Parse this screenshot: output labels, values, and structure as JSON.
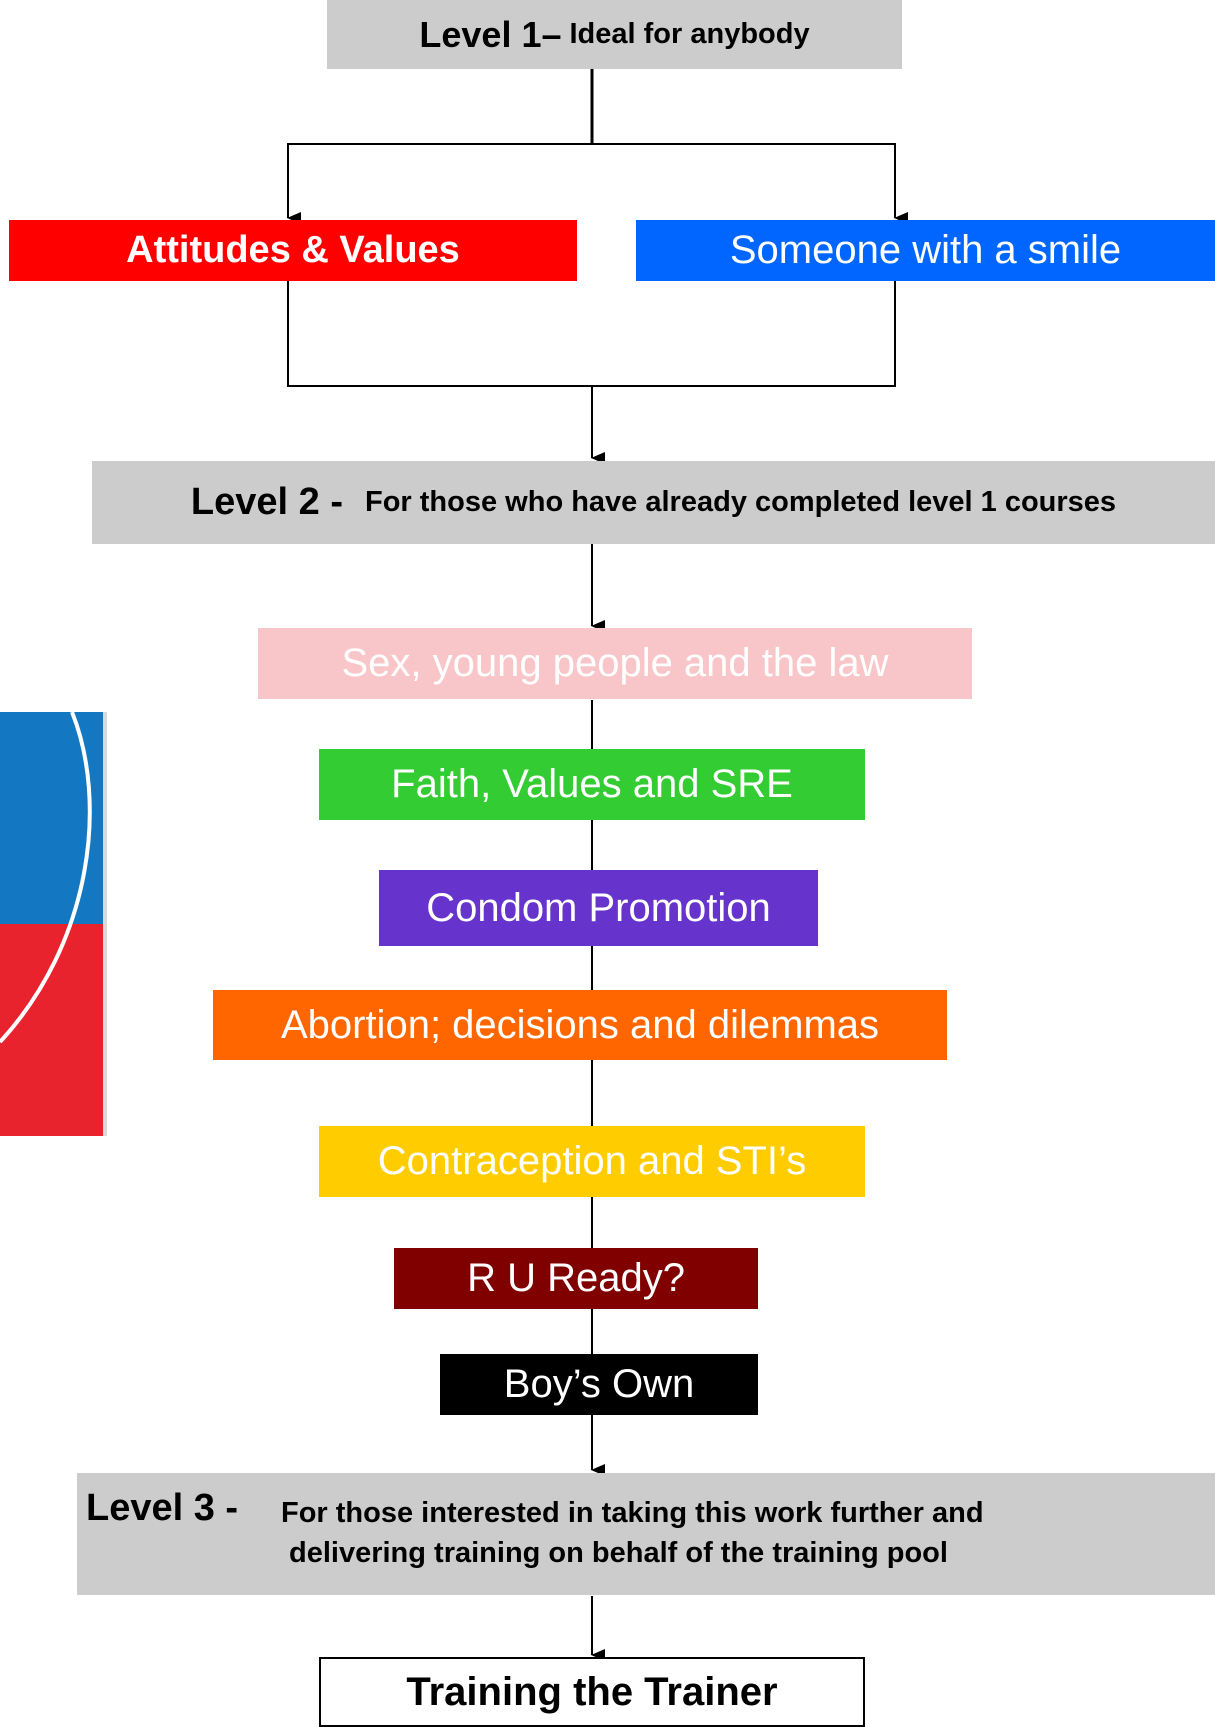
{
  "level1": {
    "title": "Level 1–",
    "description": "Ideal for anybody"
  },
  "level1_courses": {
    "attitudes": {
      "label": "Attitudes & Values",
      "color": "#FF0000"
    },
    "smile": {
      "label": "Someone with a smile",
      "color": "#0066FF"
    }
  },
  "level2": {
    "title": "Level 2 -",
    "description": "For those who have already completed level 1 courses"
  },
  "level2_courses": [
    {
      "label": "Sex, young people and the law",
      "color": "#F8C6C8"
    },
    {
      "label": "Faith, Values and SRE",
      "color": "#33CC33"
    },
    {
      "label": "Condom Promotion",
      "color": "#6633CC"
    },
    {
      "label": "Abortion; decisions and dilemmas",
      "color": "#FF6600"
    },
    {
      "label": "Contraception and STI’s",
      "color": "#FFCC00"
    },
    {
      "label": "R U Ready?",
      "color": "#800000"
    },
    {
      "label": "Boy’s Own",
      "color": "#000000"
    }
  ],
  "level3": {
    "title": "Level 3 -",
    "description_line1": "For those interested in taking this work further and",
    "description_line2": "delivering training on behalf of the training pool"
  },
  "final_course": {
    "label": "Training the Trainer"
  },
  "colors": {
    "level_box": "#CCCCCC",
    "connector": "#000000"
  }
}
